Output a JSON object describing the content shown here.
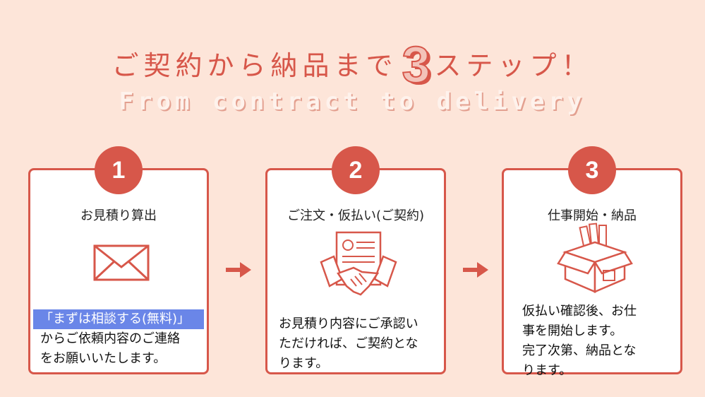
{
  "header": {
    "title_before": "ご契約から納品まで",
    "title_number": "3",
    "title_after": "ステップ！",
    "subtitle": "From contract to delivery"
  },
  "steps": [
    {
      "number": "1",
      "title": "お見積り算出",
      "icon": "envelope-icon",
      "highlight": "「まずは相談する(無料)」",
      "lines": [
        "からご依頼内容のご連絡",
        "をお願いいたします。"
      ]
    },
    {
      "number": "2",
      "title": "ご注文・仮払い(ご契約)",
      "icon": "contract-handshake-icon",
      "lines": [
        "お見積り内容にご承認い",
        "ただければ、ご契約とな",
        "ります。"
      ]
    },
    {
      "number": "3",
      "title": "仕事開始・納品",
      "icon": "open-box-icon",
      "lines": [
        "仮払い確認後、お仕",
        "事を開始します。",
        "完了次第、納品とな",
        "ります。"
      ]
    }
  ],
  "colors": {
    "accent": "#d7574a",
    "background": "#fde5d9",
    "highlight": "#6a86e8"
  }
}
